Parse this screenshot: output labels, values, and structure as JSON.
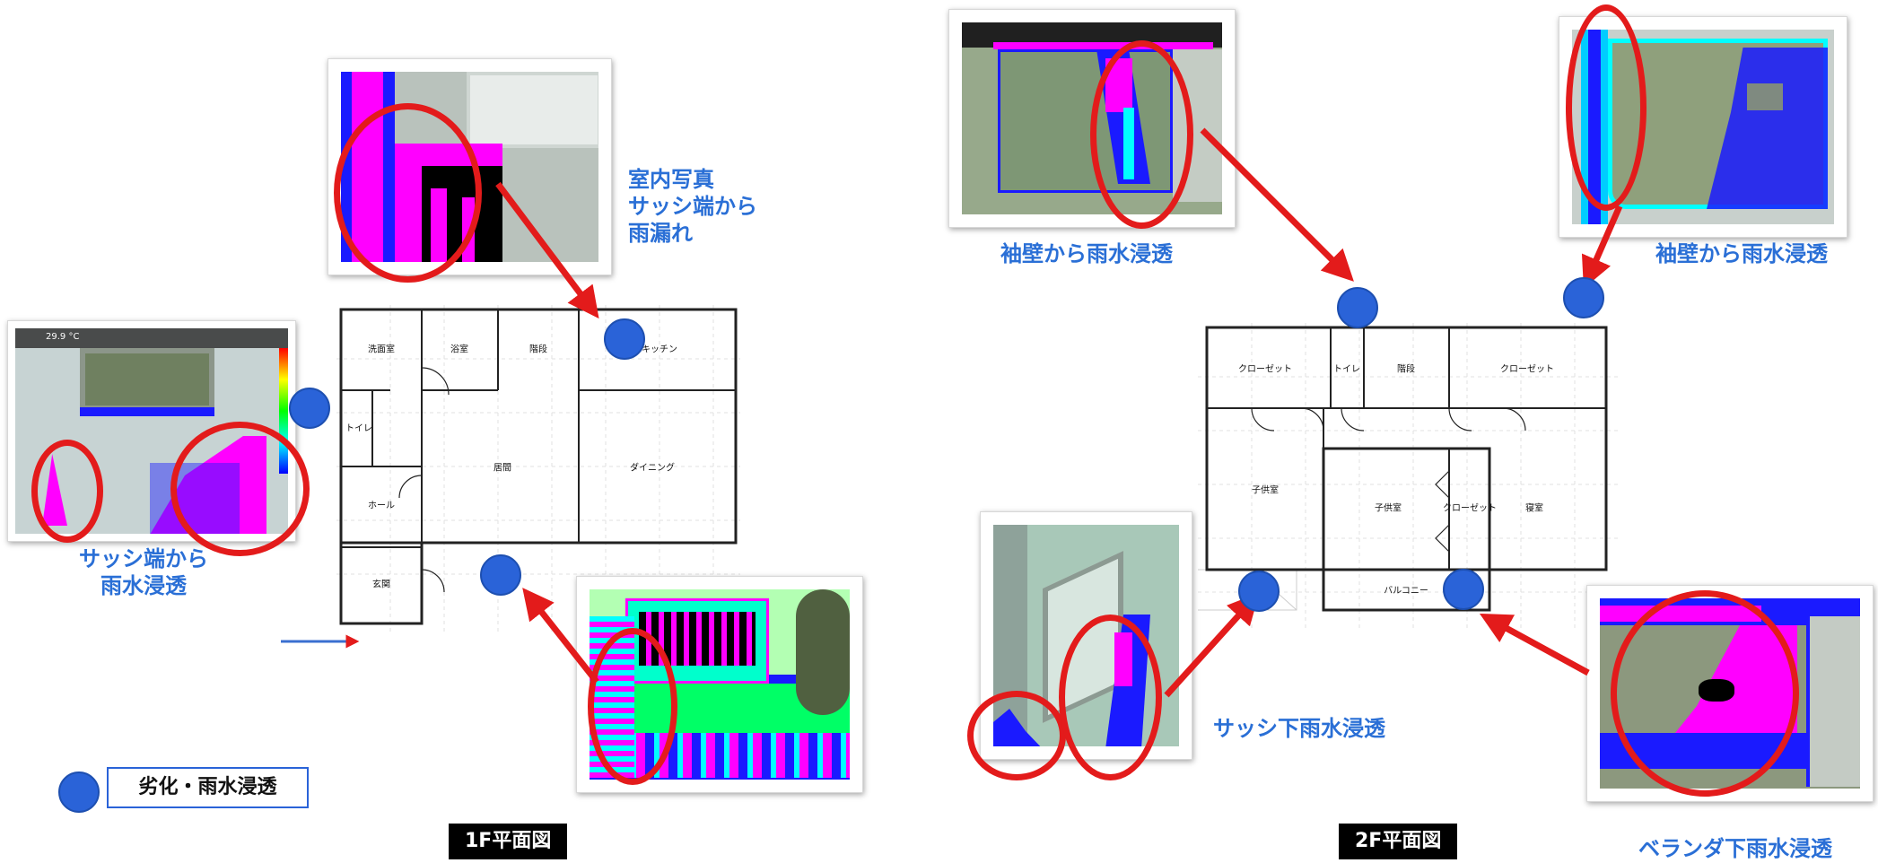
{
  "floor1": {
    "title": "1F平面図",
    "rooms": {
      "washroom": "洗面室",
      "bath": "浴室",
      "stairs": "階段",
      "kitchen": "キッチン",
      "toilet": "トイレ",
      "living": "居間",
      "dining": "ダイニング",
      "hall": "ホール",
      "entrance": "玄関"
    },
    "captions": {
      "interior_line1": "室内写真",
      "interior_line2": "サッシ端から",
      "interior_line3": "雨漏れ",
      "sash_line1": "サッシ端から",
      "sash_line2": "雨水浸透"
    },
    "thermal_readout": "29.9 °C"
  },
  "floor2": {
    "title": "2F平面図",
    "rooms": {
      "closet_left": "クローゼット",
      "toilet": "トイレ",
      "stairs": "階段",
      "closet_right": "クローゼット",
      "child_room_left": "子供室",
      "child_room_center": "子供室",
      "closet_center": "クローゼット",
      "bedroom": "寝室",
      "balcony": "バルコニー"
    },
    "captions": {
      "wing_wall_left": "袖壁から雨水浸透",
      "wing_wall_right": "袖壁から雨水浸透",
      "sash_below": "サッシ下雨水浸透",
      "veranda_below": "ベランダ下雨水浸透"
    }
  },
  "legend": {
    "label": "劣化・雨水浸透",
    "marker_color": "#2a63d8"
  },
  "colors": {
    "arrow": "#e31b1b",
    "caption": "#2a6fd6",
    "thermal_magenta": "#ff00ff",
    "thermal_blue": "#1a1aff",
    "thermal_cyan": "#00ffff"
  }
}
